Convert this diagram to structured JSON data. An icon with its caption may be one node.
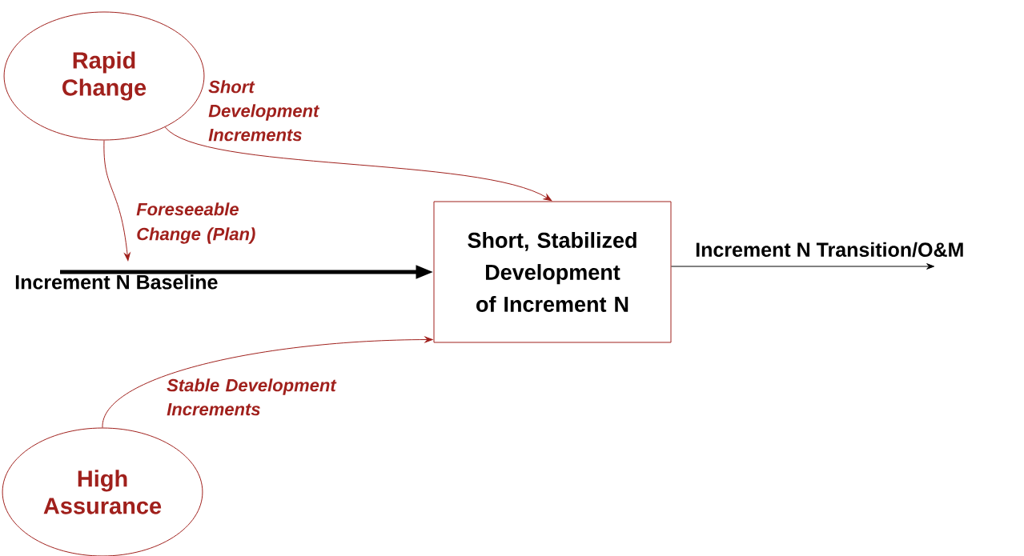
{
  "diagram": {
    "nodes": [
      {
        "text": [
          "Rapid Change"
        ]
      },
      {
        "text": [
          "Short, Stabilized Development of Increment N"
        ]
      },
      {
        "text": [
          "High Assurance"
        ]
      },
      {
        "text": [
          "Increment N Baseline"
        ]
      }
    ],
    "edges": [
      {
        "from": 0,
        "to": 1,
        "arrow": "to",
        "label": "Short Development Increments"
      },
      {
        "from": 0,
        "to": 3,
        "arrow": "to",
        "label": "Foreseeable Change (Plan)"
      },
      {
        "from": 3,
        "to": 1,
        "arrow": "to",
        "style": "thick",
        "color": "#000000"
      },
      {
        "from": 1,
        "to": null,
        "arrow": "to",
        "label": "Increment N Transition/O&M",
        "color": "#000000"
      },
      {
        "from": 2,
        "to": 1,
        "arrow": "to",
        "label": "Stable Development Increments"
      }
    ]
  }
}
